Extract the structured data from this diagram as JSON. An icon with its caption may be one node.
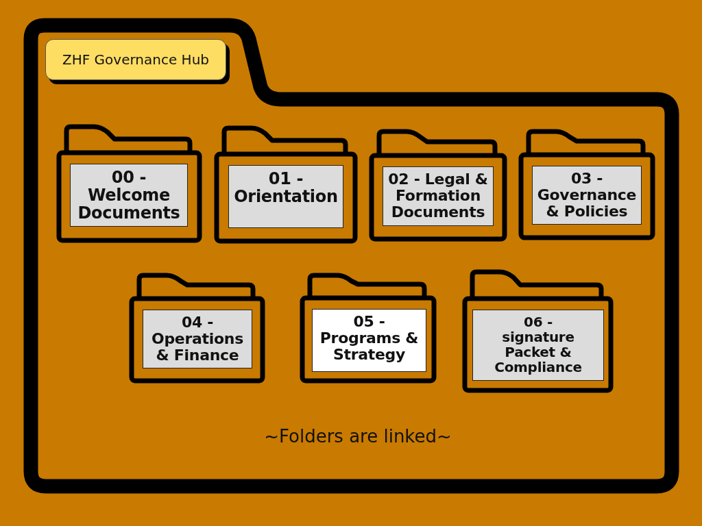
{
  "diagram": {
    "nodes": [
      {
        "text": [
          "ZHF Governance Hub"
        ]
      },
      {
        "text": [
          "00 - Welcome Documents"
        ],
        "in": 0
      },
      {
        "text": [
          "01 - Orientation"
        ],
        "in": 0
      },
      {
        "text": [
          "02 - Legal & Formation Documents"
        ],
        "in": 0
      },
      {
        "text": [
          "03 - Governance & Policies"
        ],
        "in": 0
      },
      {
        "text": [
          "04 - Operations & Finance"
        ],
        "in": 0
      },
      {
        "text": [
          "05 - Programs & Strategy"
        ],
        "in": 0
      },
      {
        "text": [
          "06 - signature Packet & Compliance"
        ],
        "in": 0
      }
    ],
    "labels": [
      "~Folders are linked~"
    ]
  }
}
